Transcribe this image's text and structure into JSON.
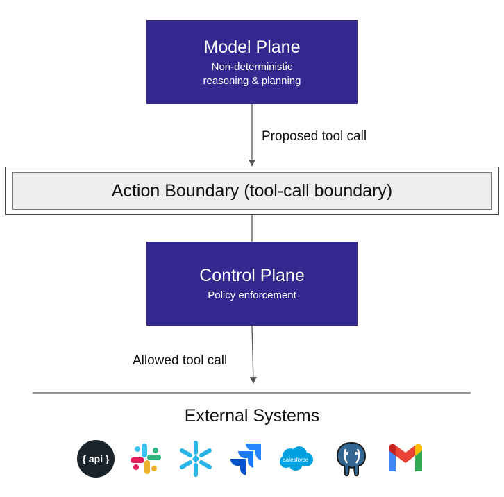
{
  "colors": {
    "plane_fill": "#33298f",
    "boundary_fill": "#eeeeee",
    "arrow": "#555555"
  },
  "model_plane": {
    "title": "Model Plane",
    "subtitle_line1": "Non-deterministic",
    "subtitle_line2": "reasoning & planning"
  },
  "proposed_label": "Proposed tool call",
  "boundary": {
    "label": "Action Boundary (tool-call boundary)"
  },
  "control_plane": {
    "title": "Control Plane",
    "subtitle": "Policy enforcement"
  },
  "allowed_label": "Allowed tool call",
  "external": {
    "title": "External Systems",
    "api_text": "{ api }",
    "salesforce_text": "salesforce",
    "logos": [
      "api-icon",
      "slack-icon",
      "snowflake-icon",
      "jira-icon",
      "salesforce-icon",
      "postgresql-icon",
      "gmail-icon"
    ]
  }
}
